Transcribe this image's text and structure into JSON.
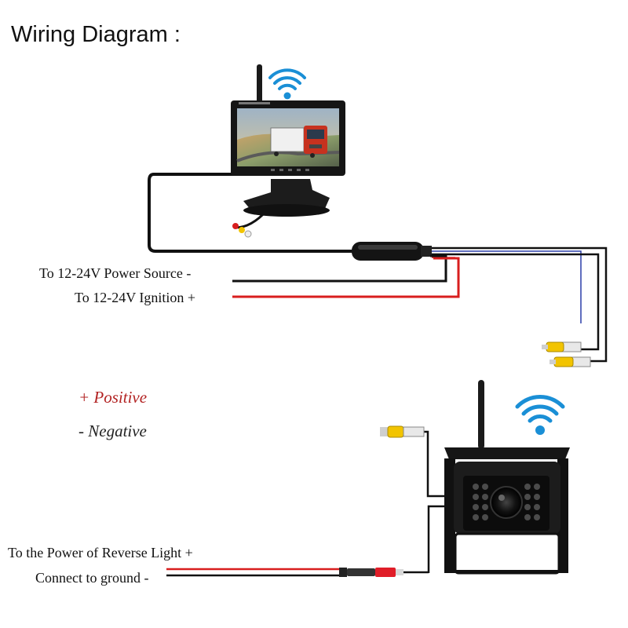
{
  "title": "Wiring Diagram :",
  "labels": {
    "power_source": "To 12-24V Power Source -",
    "ignition": "To 12-24V Ignition +",
    "reverse_light": "To the Power of Reverse Light +",
    "ground": "Connect to ground -"
  },
  "legend": {
    "positive": "+ Positive",
    "negative": "- Negative"
  },
  "colors": {
    "wire_black": "#111111",
    "wire_red": "#d81e1e",
    "wire_blue": "#2c3fa8",
    "rca_yellow": "#f2c400",
    "wifi_blue": "#1a8fd6",
    "positive_text": "#b22222"
  }
}
